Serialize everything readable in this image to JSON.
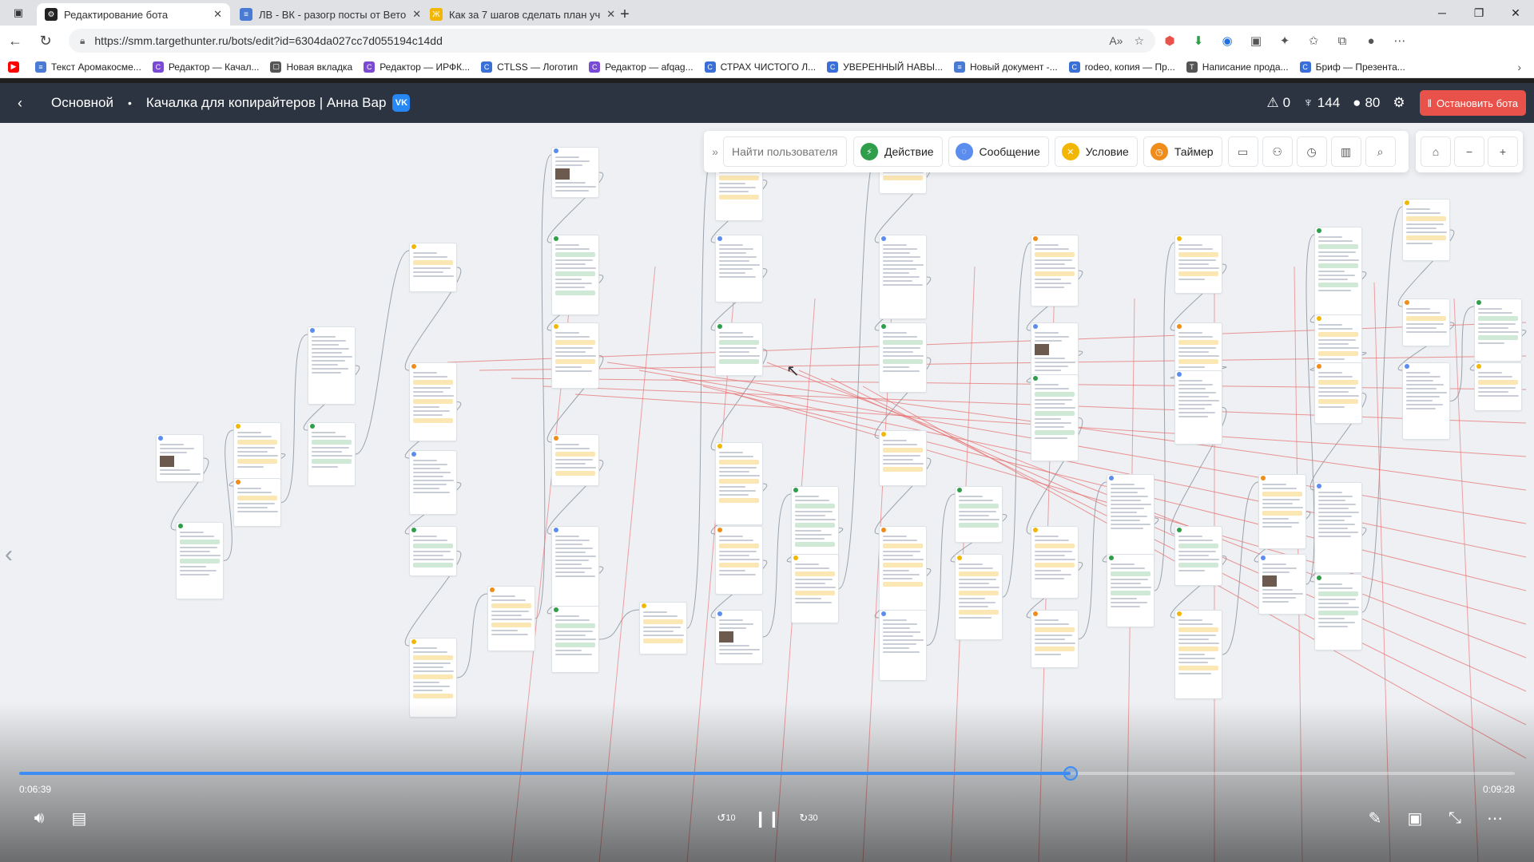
{
  "browser": {
    "tabs": [
      {
        "title": "Редактирование бота",
        "color": "#222222",
        "glyph": "⚙",
        "active": true
      },
      {
        "title": "ЛВ - ВК - разогр посты от Вето",
        "color": "#4a7bd4",
        "glyph": "≡",
        "active": false
      },
      {
        "title": "Как за 7 шагов сделать план уч",
        "color": "#f2b705",
        "glyph": "Ж",
        "active": false
      }
    ],
    "url": "https://smm.targethunter.ru/bots/edit?id=6304da027cc7d055194c14dd",
    "bookmarks": [
      {
        "label": "",
        "color": "#ff0000",
        "glyph": "▶"
      },
      {
        "label": "Текст Аромакосме...",
        "color": "#4a7bd4",
        "glyph": "≡"
      },
      {
        "label": "Редактор — Качал...",
        "color": "#7b4ad4",
        "glyph": "C"
      },
      {
        "label": "Новая вкладка",
        "color": "#555555",
        "glyph": "▢"
      },
      {
        "label": "Редактор — ИРФК...",
        "color": "#7b4ad4",
        "glyph": "C"
      },
      {
        "label": "CTLSS — Логотип",
        "color": "#3a6fd8",
        "glyph": "C"
      },
      {
        "label": "Редактор — afqag...",
        "color": "#7b4ad4",
        "glyph": "C"
      },
      {
        "label": "СТРАХ ЧИСТОГО Л...",
        "color": "#3a6fd8",
        "glyph": "C"
      },
      {
        "label": "УВЕРЕННЫЙ НАВЫ...",
        "color": "#3a6fd8",
        "glyph": "C"
      },
      {
        "label": "Новый документ -...",
        "color": "#4a7bd4",
        "glyph": "≡"
      },
      {
        "label": "rodeo, копия — Пр...",
        "color": "#3a6fd8",
        "glyph": "C"
      },
      {
        "label": "Написание прода...",
        "color": "#555555",
        "glyph": "T"
      },
      {
        "label": "Бриф — Презента...",
        "color": "#3a6fd8",
        "glyph": "C"
      }
    ]
  },
  "app": {
    "section": "Основной",
    "bot_title": "Качалка для копирайтеров | Анна Вар",
    "vk_badge": "VK",
    "stats": {
      "warnings": "0",
      "nodes": "144",
      "users": "80"
    },
    "stop_label": "Остановить бота"
  },
  "toolbar": {
    "search_placeholder": "Найти пользователя",
    "action_label": "Действие",
    "message_label": "Сообщение",
    "condition_label": "Условие",
    "timer_label": "Таймер"
  },
  "video": {
    "current_time": "0:06:39",
    "total_time": "0:09:28",
    "progress": 0.703,
    "rewind_label": "10",
    "forward_label": "30"
  },
  "colors": {
    "action": "#2e9e4a",
    "message": "#5b8def",
    "condition": "#f2b705",
    "timer": "#f08c1a",
    "stop": "#e9524a",
    "header": "#2b3440"
  }
}
